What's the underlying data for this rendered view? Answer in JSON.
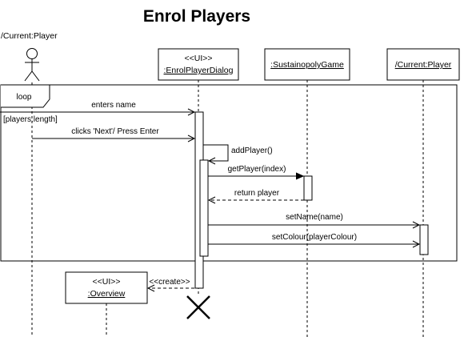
{
  "title": "Enrol Players",
  "actor": {
    "name": "/Current:Player"
  },
  "lifelines": {
    "dialog": {
      "stereotype": "<<UI>>",
      "name": ":EnrolPlayerDialog"
    },
    "game": {
      "name": ":SustainopolyGame"
    },
    "player": {
      "name": "/Current:Player"
    },
    "overview": {
      "stereotype": "<<UI>>",
      "name": ":Overview"
    }
  },
  "fragment": {
    "operator": "loop",
    "guard": "[players.length]"
  },
  "messages": {
    "enters_name": "enters name",
    "clicks_next": "clicks 'Next'/ Press Enter",
    "add_player": "addPlayer()",
    "get_player": "getPlayer(index)",
    "return_player": "return player",
    "set_name": "setName(name)",
    "set_colour": "setColour(playerColour)",
    "create": "<<create>>"
  }
}
